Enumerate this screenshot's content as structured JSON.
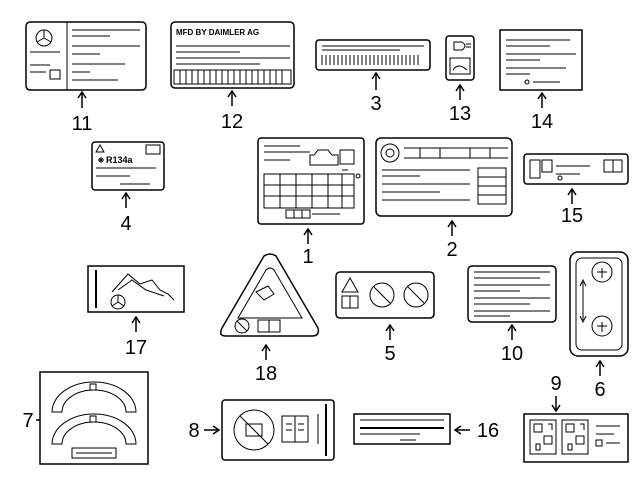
{
  "callouts": [
    {
      "id": "1",
      "text": "1"
    },
    {
      "id": "2",
      "text": "2"
    },
    {
      "id": "3",
      "text": "3"
    },
    {
      "id": "4",
      "text": "4"
    },
    {
      "id": "5",
      "text": "5"
    },
    {
      "id": "6",
      "text": "6"
    },
    {
      "id": "7",
      "text": "7"
    },
    {
      "id": "8",
      "text": "8"
    },
    {
      "id": "9",
      "text": "9"
    },
    {
      "id": "10",
      "text": "10"
    },
    {
      "id": "11",
      "text": "11"
    },
    {
      "id": "12",
      "text": "12"
    },
    {
      "id": "13",
      "text": "13"
    },
    {
      "id": "14",
      "text": "14"
    },
    {
      "id": "15",
      "text": "15"
    },
    {
      "id": "16",
      "text": "16"
    },
    {
      "id": "17",
      "text": "17"
    },
    {
      "id": "18",
      "text": "18"
    }
  ],
  "label_texts": {
    "mfd": "MFD BY DAIMLER AG",
    "refrigerant": "R134a"
  },
  "colors": {
    "stroke": "#000000",
    "background": "#ffffff"
  }
}
